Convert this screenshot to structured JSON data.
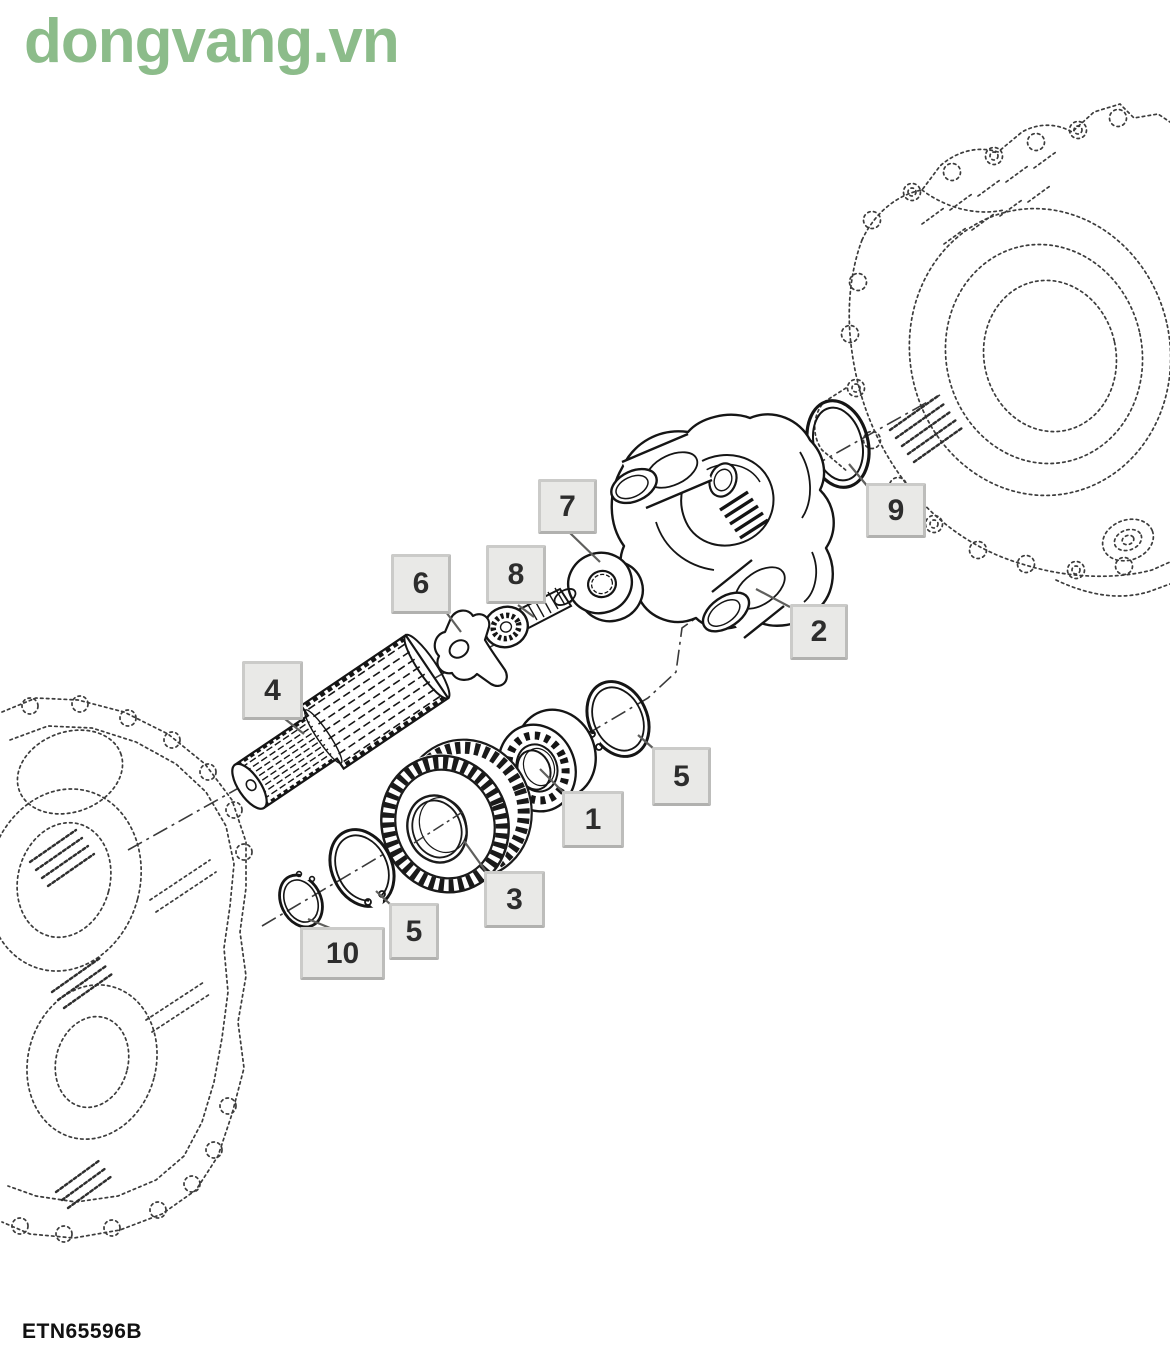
{
  "watermark": {
    "text": "dongvang.vn",
    "color": "#8CBC8A"
  },
  "footer": {
    "drawing_code": "ETN65596B"
  },
  "diagram": {
    "type": "exploded-parts-diagram",
    "callouts": [
      "7",
      "6",
      "8",
      "4",
      "2",
      "9",
      "5",
      "1",
      "3",
      "5",
      "10"
    ],
    "colors": {
      "watermark_green": "#8CBC8A",
      "callout_fill": "#E9E9E7",
      "callout_border": "#CBCBC9",
      "part_line": "#1A1A1A",
      "housing_dashed_line": "#3C3C3C",
      "leader_line": "#5F5F5D"
    }
  }
}
